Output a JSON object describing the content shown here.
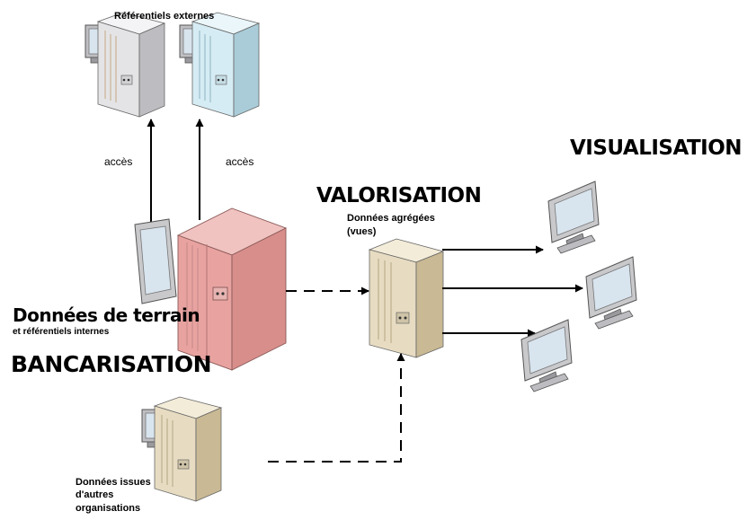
{
  "labels": {
    "external_refs": "Référentiels externes",
    "access_left": "accès",
    "access_right": "accès",
    "visualisation": "VISUALISATION",
    "valorisation": "VALORISATION",
    "aggregated_line1": "Données agrégées",
    "aggregated_line2": "(vues)",
    "field_data": "Données de terrain",
    "internal_refs": "et référentiels internes",
    "bancarisation": "BANCARISATION",
    "other_orgs_line1": "Données issues",
    "other_orgs_line2": "d'autres",
    "other_orgs_line3": "organisations"
  },
  "colors": {
    "server_grey": "#e4e4e6",
    "server_blue": "#d6ecf4",
    "server_pink": "#e8a3a0",
    "server_beige": "#e7dcc2",
    "monitor_frame": "#c9c9cc",
    "monitor_screen": "#d8e4ee",
    "arrow": "#000000"
  }
}
